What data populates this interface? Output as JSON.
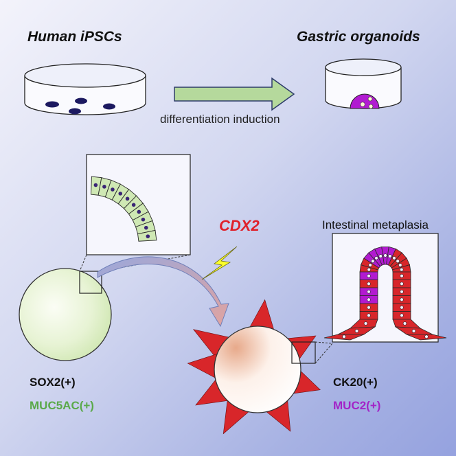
{
  "titles": {
    "left": "Human iPSCs",
    "right": "Gastric organoids"
  },
  "process": {
    "arrow_label": "differentiation induction"
  },
  "gene": {
    "label": "CDX2",
    "color": "#e0202a"
  },
  "inset_right": {
    "label": "Intestinal metaplasia"
  },
  "markers_left": [
    {
      "text": "SOX2(+)",
      "color": "#111111"
    },
    {
      "text": "MUC5AC(+)",
      "color": "#5aa94a"
    }
  ],
  "markers_right": [
    {
      "text": "CK20(+)",
      "color": "#111111"
    },
    {
      "text": "MUC2(+)",
      "color": "#a323c7"
    }
  ],
  "icons": [
    "culture-dish-icon",
    "right-arrow-icon",
    "organoid-dish-icon",
    "lightning-bolt-icon",
    "curved-arrow-icon"
  ],
  "colors": {
    "epithelium_green": "#cfe8b4",
    "metaplasia_red": "#d8262a",
    "goblet_purple": "#b21ad0",
    "nucleus": "#3a2575"
  }
}
